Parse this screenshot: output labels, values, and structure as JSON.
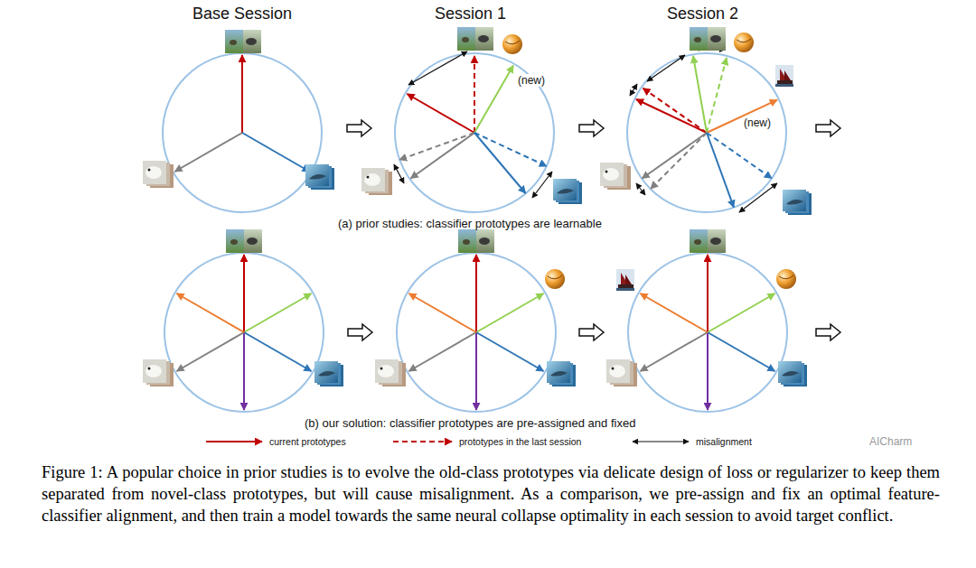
{
  "diagram": {
    "caption": "Figure 1: A popular choice in prior studies is to evolve the old-class prototypes via delicate design of loss or regularizer to keep them separated from novel-class prototypes, but will cause misalignment. As a comparison, we pre-assign and fix an optimal feature-classifier alignment, and then train a model towards the same neural collapse optimality in each session to avoid target conflict.",
    "labels": [
      "Base Session",
      "Session 1",
      "Session 2",
      "(new)",
      "(new)",
      "(a) prior studies: classifier prototypes are learnable",
      "(b) our solution: classifier prototypes are pre-assigned and fixed",
      "AICharm"
    ],
    "legend": [
      {
        "text": "current prototypes"
      },
      {
        "text": "prototypes in the last session"
      },
      {
        "text": "misalignment"
      }
    ]
  }
}
